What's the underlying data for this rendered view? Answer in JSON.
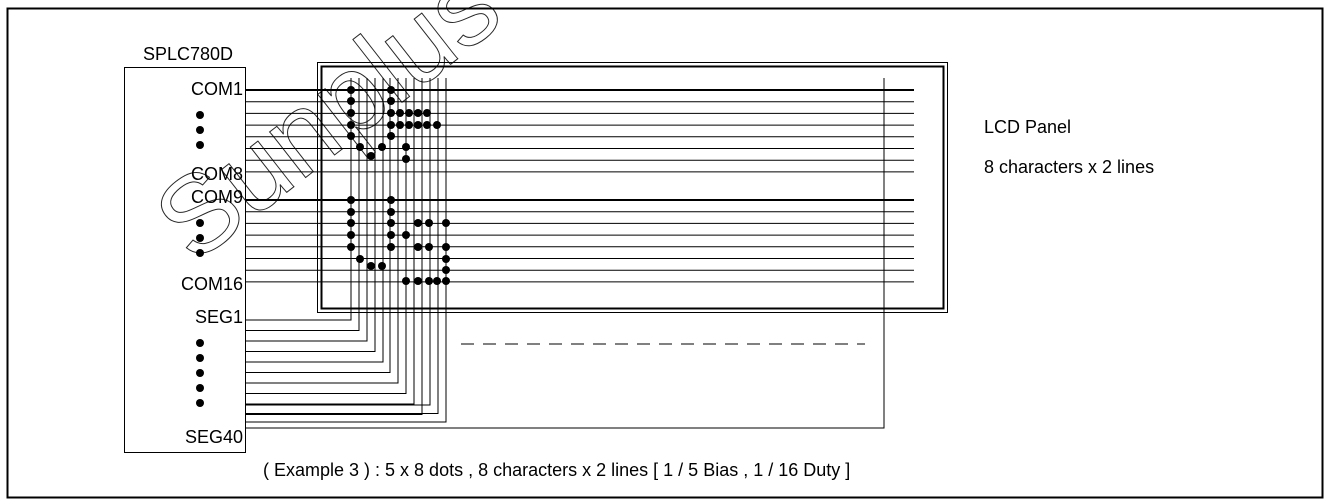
{
  "watermark": "Sunplus For ARTI",
  "chip": {
    "name": "SPLC780D",
    "pins": {
      "com1": "COM1",
      "com8": "COM8",
      "com9": "COM9",
      "com16": "COM16",
      "seg1": "SEG1",
      "seg40": "SEG40"
    }
  },
  "panel": {
    "title": "LCD Panel",
    "spec": "8 characters x  2 lines"
  },
  "caption": "( Example 3 ) : 5 x 8 dots , 8 characters x 2 lines [ 1 / 5 Bias , 1 / 16 Duty ]"
}
